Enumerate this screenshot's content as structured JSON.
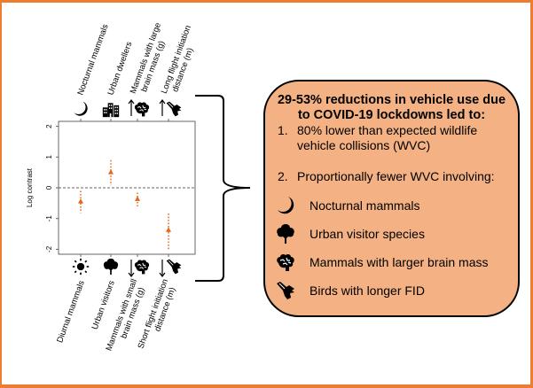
{
  "colors": {
    "frame": "#ED7D31",
    "summary_fill": "#F4B183",
    "point": "#E8641B",
    "axis": "#555555"
  },
  "chart_data": {
    "type": "scatter",
    "title": "",
    "xlabel": "",
    "ylabel": "Log contrast",
    "ylim": [
      -2.15,
      2.15
    ],
    "yticks": [
      2,
      1,
      0,
      -1,
      -2
    ],
    "ytick_labels": [
      "2",
      "1",
      "0",
      "-1",
      "-2"
    ],
    "reference_line": 0,
    "grid": false,
    "marker": "triangle",
    "error_bars": "dotted",
    "categories": [
      "Diurnal vs Nocturnal mammals",
      "Urban visitors vs Urban dwellers",
      "Brain mass (small vs large)",
      "Flight initiation distance (short vs long)"
    ],
    "values": [
      -0.45,
      0.5,
      -0.37,
      -1.38
    ],
    "ci_low": [
      -0.82,
      0.08,
      -0.64,
      -2.0
    ],
    "ci_high": [
      -0.1,
      0.9,
      -0.16,
      -0.84
    ],
    "top_labels": [
      "Nocturnal mammals",
      "Urban dwellers",
      "Mammals with large\nbrain mass (g)",
      "Long flight initiation\ndistance (m)"
    ],
    "bottom_labels": [
      "Diurnal mammals",
      "Urban visitors",
      "Mammals with small\nbrain mass (g)",
      "Short flight initiation\ndistance (m)"
    ],
    "top_icons": [
      "moon-icon",
      "buildings-icon",
      "brain-icon",
      "bird-icon"
    ],
    "bottom_icons": [
      "sun-icon",
      "tree-icon",
      "brain-icon",
      "bird-icon"
    ],
    "top_arrows": [
      false,
      false,
      "up",
      "up"
    ],
    "bottom_arrows": [
      false,
      false,
      "down",
      "down"
    ]
  },
  "summary": {
    "title_line1": "29-53% reductions in vehicle use due",
    "title_line2": "to COVID-19 lockdowns led to:",
    "item1_num": "1.",
    "item1_line1": "80% lower than expected wildlife",
    "item1_line2": "vehicle collisions (WVC)",
    "item2_num": "2.",
    "item2_text": "Proportionally fewer WVC involving:",
    "traits": [
      {
        "icon": "moon-icon",
        "label": "Nocturnal mammals"
      },
      {
        "icon": "tree-icon",
        "label": "Urban visitor species"
      },
      {
        "icon": "brain-icon",
        "label": "Mammals with larger brain mass"
      },
      {
        "icon": "bird-icon",
        "label": "Birds with longer FID"
      }
    ]
  }
}
